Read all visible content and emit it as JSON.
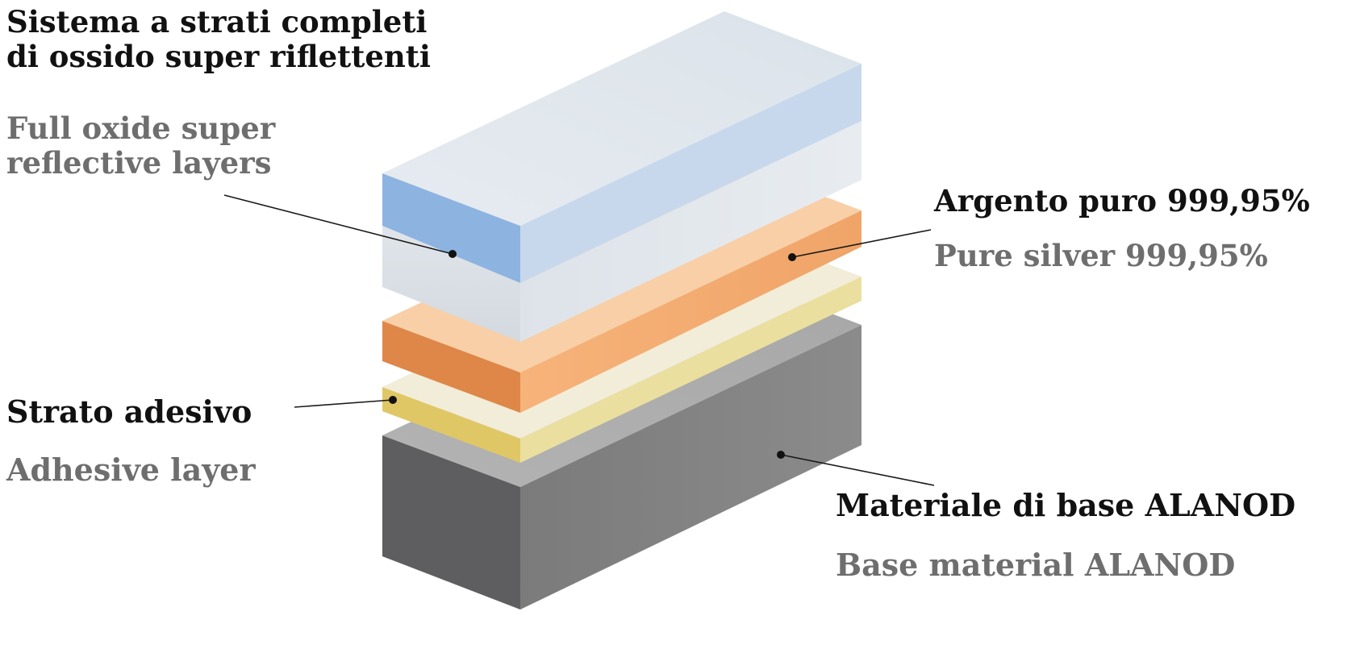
{
  "labels": {
    "oxide": {
      "it": "Sistema a strati completi\ndi ossido super riflettenti",
      "en": "Full oxide super\nreflective layers"
    },
    "silver": {
      "it": "Argento puro 999,95%",
      "en": "Pure silver 999,95%"
    },
    "adhesive": {
      "it": "Strato adesivo",
      "en": "Adhesive layer"
    },
    "base": {
      "it": "Materiale di base ALANOD",
      "en": "Base material ALANOD"
    }
  },
  "colors": {
    "oxide_blue": "#8fb3df",
    "oxide_light": "#dfe5ec",
    "silver_orange": "#f2a46a",
    "adhesive_yellow": "#e3ca6a",
    "base_gray": "#7f7f7f"
  }
}
